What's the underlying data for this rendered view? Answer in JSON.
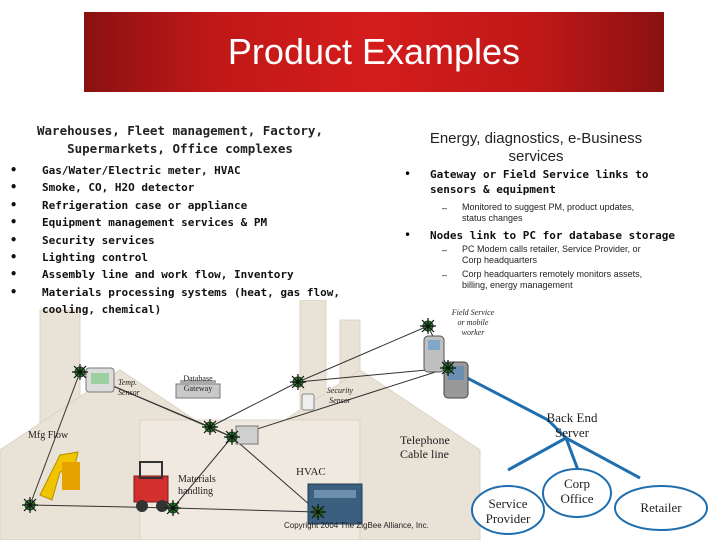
{
  "title": "Product Examples",
  "left": {
    "heading_line1": "Warehouses, Fleet management, Factory,",
    "heading_line2": "Supermarkets, Office complexes",
    "items": [
      "Gas/Water/Electric meter, HVAC",
      "Smoke, CO, H2O detector",
      "Refrigeration case or appliance",
      "Equipment management services & PM",
      "Security services",
      "Lighting control",
      "Assembly line and work flow, Inventory",
      "Materials processing systems (heat, gas flow,",
      "cooling, chemical)"
    ]
  },
  "right": {
    "heading_line1": "Energy, diagnostics, e-Business",
    "heading_line2": "services",
    "bullet1_line1": "Gateway or Field Service links to",
    "bullet1_line2": "sensors & equipment",
    "bullet1_sub_line1": "Monitored to suggest PM, product updates,",
    "bullet1_sub_line2": "status changes",
    "bullet2": "Nodes link to PC for database storage",
    "bullet2_sub1_line1": "PC Modem calls retailer, Service Provider, or",
    "bullet2_sub1_line2": "Corp headquarters",
    "bullet2_sub2_line1": "Corp headquarters remotely monitors assets,",
    "bullet2_sub2_line2": "billing, energy management"
  },
  "diagram": {
    "field_service_line1": "Field Service",
    "field_service_line2": "or mobile",
    "field_service_line3": "worker",
    "temp_sensor_line1": "Temp.",
    "temp_sensor_line2": "Sensor",
    "database_gateway_line1": "Database",
    "database_gateway_line2": "Gateway",
    "security_sensor_line1": "Security",
    "security_sensor_line2": "Sensor",
    "mfg_flow": "Mfg Flow",
    "telephone_line1": "Telephone",
    "telephone_line2": "Cable line",
    "back_end_line1": "Back End",
    "back_end_line2": "Server",
    "materials_line1": "Materials",
    "materials_line2": "handling",
    "hvac": "HVAC",
    "service_provider_line1": "Service",
    "service_provider_line2": "Provider",
    "corp_office_line1": "Corp",
    "corp_office_line2": "Office",
    "retailer": "Retailer"
  },
  "copyright": "Copyright 2004 The ZigBee Alliance, Inc.",
  "colors": {
    "banner": "#c01818",
    "link_line": "#1f6fb0",
    "node_green": "#2e7d32"
  }
}
